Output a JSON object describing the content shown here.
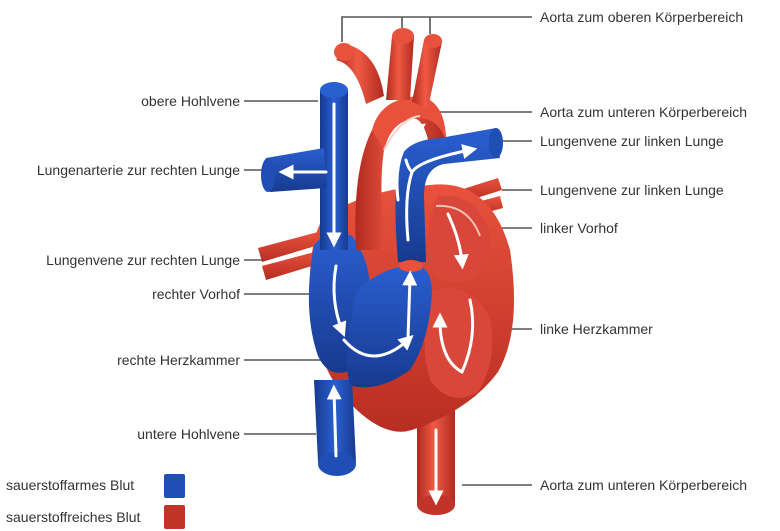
{
  "labels": {
    "aorta_upper": "Aorta zum oberen Körperbereich",
    "aorta_lower_top": "Aorta zum unteren Körperbereich",
    "pulm_vein_left_1": "Lungenvene zur linken Lunge",
    "pulm_vein_left_2": "Lungenvene zur linken Lunge",
    "left_atrium": "linker Vorhof",
    "left_ventricle": "linke Herzkammer",
    "aorta_lower_bottom": "Aorta zum unteren Körperbereich",
    "superior_vena_cava": "obere Hohlvene",
    "pulm_artery_right": "Lungenarterie zur rechten Lunge",
    "pulm_vein_right": "Lungenvene zur rechten Lunge",
    "right_atrium": "rechter Vorhof",
    "right_ventricle": "rechte Herzkammer",
    "inferior_vena_cava": "untere Hohlvene"
  },
  "legend": {
    "deoxygenated": "sauerstoffarmes Blut",
    "oxygenated": "sauerstoffreiches Blut"
  },
  "colors": {
    "deoxygenated": "#1f4fb5",
    "oxygenated": "#c2342a",
    "red_light": "#e8523d",
    "red_dark": "#b02a20",
    "blue_dark": "#173a8f",
    "flow_arrow": "#ffffff",
    "leader_line": "#555555"
  }
}
